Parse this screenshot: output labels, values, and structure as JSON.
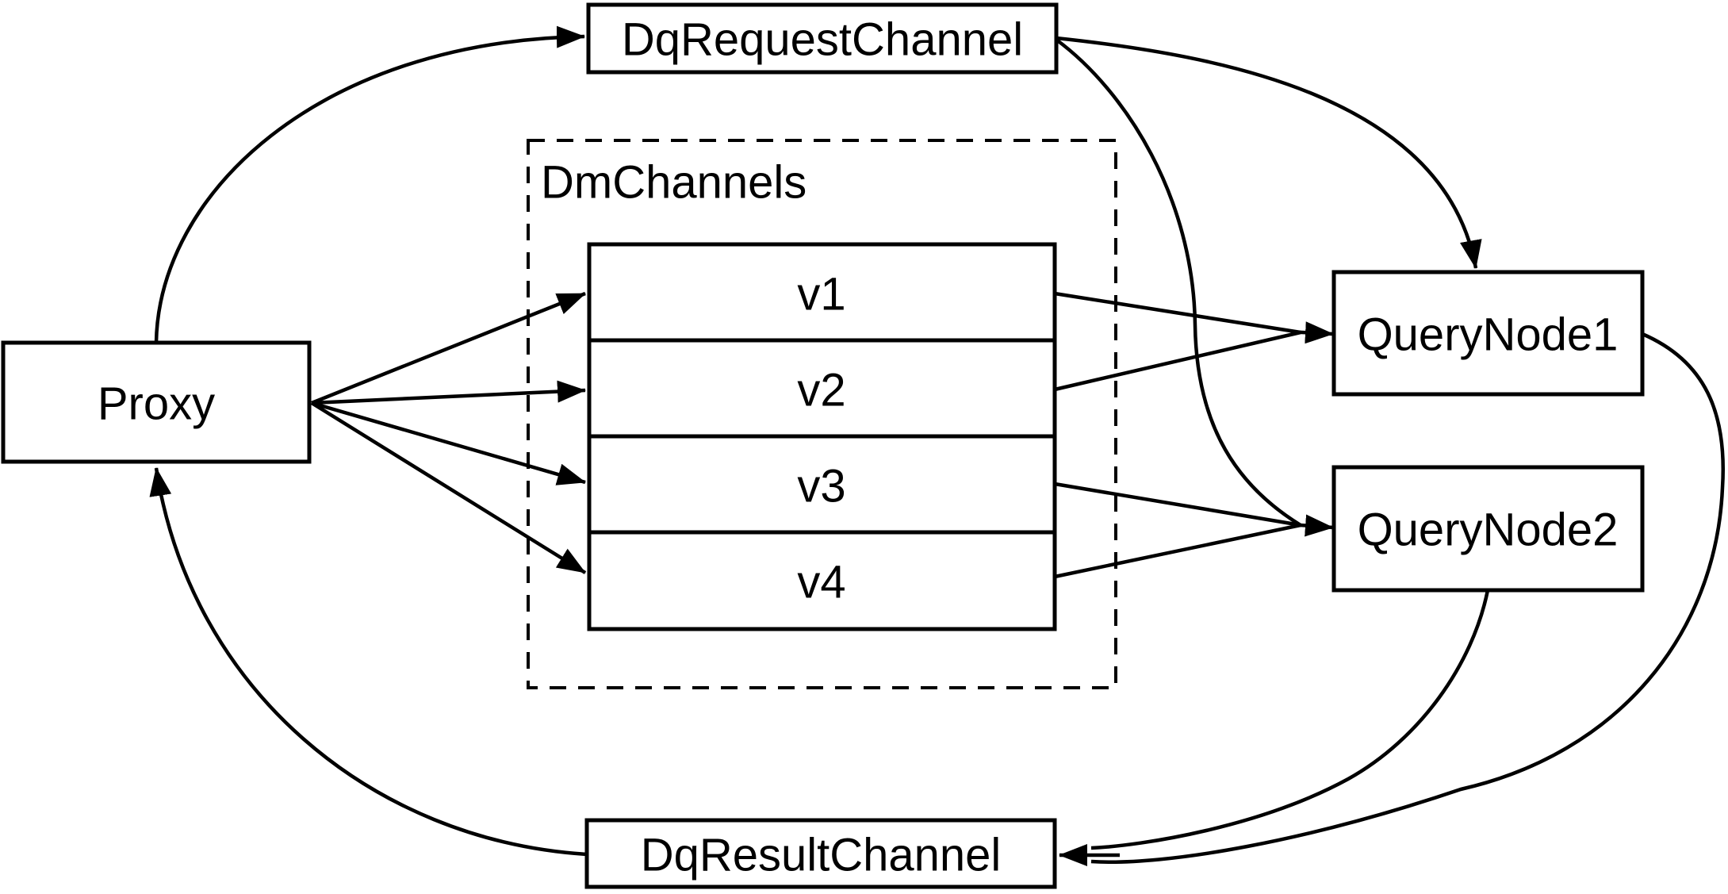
{
  "diagram": {
    "colors": {
      "background": "#ffffff",
      "line": "#000000"
    },
    "nodes": {
      "proxy": {
        "label": "Proxy"
      },
      "dq_request_channel": {
        "label": "DqRequestChannel"
      },
      "dm_channels": {
        "label": "DmChannels",
        "channels": [
          {
            "label": "v1"
          },
          {
            "label": "v2"
          },
          {
            "label": "v3"
          },
          {
            "label": "v4"
          }
        ]
      },
      "query_node_1": {
        "label": "QueryNode1"
      },
      "query_node_2": {
        "label": "QueryNode2"
      },
      "dq_result_channel": {
        "label": "DqResultChannel"
      }
    },
    "edges": [
      {
        "from": "Proxy",
        "to": "DqRequestChannel"
      },
      {
        "from": "Proxy",
        "to": "v1"
      },
      {
        "from": "Proxy",
        "to": "v2"
      },
      {
        "from": "Proxy",
        "to": "v3"
      },
      {
        "from": "Proxy",
        "to": "v4"
      },
      {
        "from": "v1",
        "to": "QueryNode1"
      },
      {
        "from": "v2",
        "to": "QueryNode1"
      },
      {
        "from": "v3",
        "to": "QueryNode2"
      },
      {
        "from": "v4",
        "to": "QueryNode2"
      },
      {
        "from": "DqRequestChannel",
        "to": "QueryNode1"
      },
      {
        "from": "DqRequestChannel",
        "to": "QueryNode2"
      },
      {
        "from": "QueryNode1",
        "to": "DqResultChannel"
      },
      {
        "from": "QueryNode2",
        "to": "DqResultChannel"
      },
      {
        "from": "DqResultChannel",
        "to": "Proxy"
      }
    ]
  }
}
